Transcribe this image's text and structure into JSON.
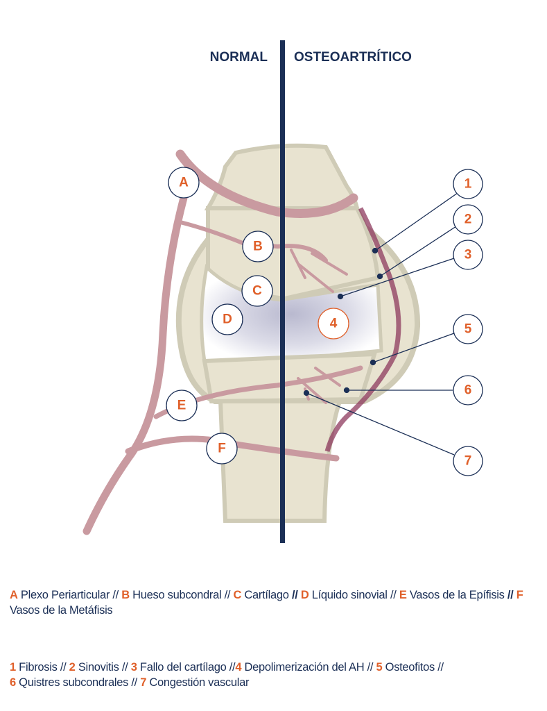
{
  "headers": {
    "normal": "NORMAL",
    "osteoarthritic": "OSTEOARTRÍTICO"
  },
  "labels": {
    "normal": [
      "A",
      "B",
      "C",
      "D",
      "E",
      "F"
    ],
    "oa": [
      "1",
      "2",
      "3",
      "4",
      "5",
      "6",
      "7"
    ]
  },
  "legend_normal": [
    {
      "key": "A",
      "text": " Plexo Periarticular // "
    },
    {
      "key": "B",
      "text": " Hueso subcondral // "
    },
    {
      "key": "C",
      "text": " Cartílago "
    },
    {
      "key": "//",
      "text": " "
    },
    {
      "key": "D",
      "text": " Líquido sinovial // "
    },
    {
      "key": "E",
      "text": " Vasos de la Epífisis "
    },
    {
      "key": "//",
      "text": " "
    },
    {
      "key": "F",
      "text": " Vasos de la Metáfisis"
    }
  ],
  "legend_oa": [
    {
      "key": "1",
      "text": " Fibrosis // "
    },
    {
      "key": "2",
      "text": " Sinovitis // "
    },
    {
      "key": "3",
      "text": " Fallo del cartílago //"
    },
    {
      "key": "4",
      "text": " Depolimerización del AH // "
    },
    {
      "key": "5",
      "text": " Osteofitos // "
    },
    {
      "key": "6",
      "text": " Quistres subcondrales // "
    },
    {
      "key": "7",
      "text": " Congestión vascular"
    }
  ],
  "colors": {
    "navy": "#1b2f56",
    "orange": "#e0602a",
    "bone": "#e8e3d0",
    "vessel": "#c99aa0",
    "synovium": "#8e3a5e"
  }
}
